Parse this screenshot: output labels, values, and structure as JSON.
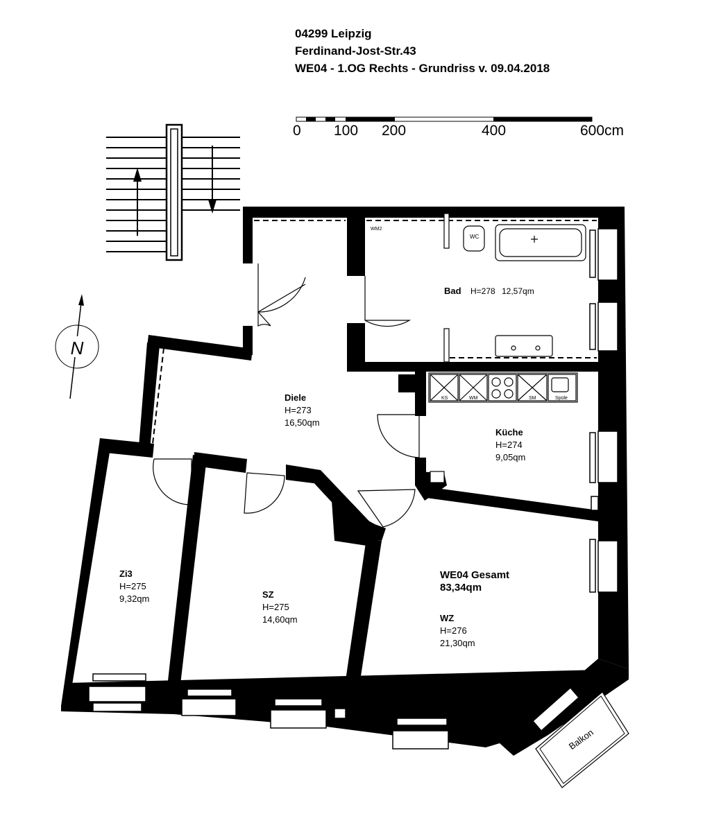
{
  "header": {
    "line1": "04299 Leipzig",
    "line2": "Ferdinand-Jost-Str.43",
    "line3": "WE04 - 1.OG Rechts - Grundriss v. 09.04.2018"
  },
  "scale": {
    "labels": [
      "0",
      "100",
      "200",
      "400",
      "600cm"
    ]
  },
  "north": {
    "label": "N"
  },
  "rooms": {
    "bad": {
      "name": "Bad",
      "height": "H=278",
      "area": "12,57qm"
    },
    "diele": {
      "name": "Diele",
      "height": "H=273",
      "area": "16,50qm"
    },
    "kueche": {
      "name": "Küche",
      "height": "H=274",
      "area": "9,05qm"
    },
    "zi3": {
      "name": "Zi3",
      "height": "H=275",
      "area": "9,32qm"
    },
    "sz": {
      "name": "SZ",
      "height": "H=275",
      "area": "14,60qm"
    },
    "wz": {
      "name": "WZ",
      "height": "H=276",
      "area": "21,30qm"
    }
  },
  "total": {
    "title": "WE04 Gesamt",
    "area": "83,34qm"
  },
  "fixtures": {
    "wm2": "WM2",
    "wc": "WC",
    "ks": "KS",
    "wm": "WM",
    "sm": "SM",
    "spuele": "Spüle"
  },
  "balcony": {
    "label": "Balkon"
  }
}
